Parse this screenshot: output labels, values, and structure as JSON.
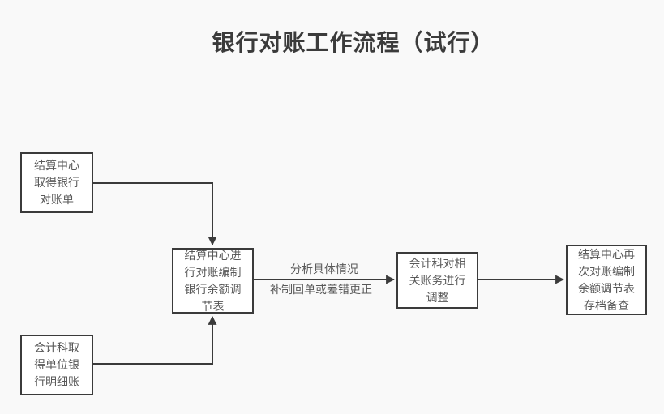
{
  "title": "银行对账工作流程（试行）",
  "boxes": [
    {
      "name": "settlement-get-statement",
      "label": "结算中心\n取得银行\n对账单"
    },
    {
      "name": "accounting-get-detail",
      "label": "会计科取\n得单位银\n行明细账"
    },
    {
      "name": "settlement-reconcile",
      "label": "结算中心进\n行对账编制\n银行余额调\n节表"
    },
    {
      "name": "accounting-adjust",
      "label": "会计科对相\n关账务进行\n调整"
    },
    {
      "name": "settlement-archive",
      "label": "结算中心再\n次对账编制\n余额调节表\n存档备查"
    }
  ],
  "edge_labels": {
    "analyze": "分析具体情况",
    "correct": "补制回单或差错更正"
  },
  "colors": {
    "background": "#f9f9f9",
    "box_fill": "#ffffff",
    "box_border": "#3b3b3b",
    "line": "#3b3b3b",
    "box_text": "#595959",
    "title_text": "#3b3b3b"
  }
}
